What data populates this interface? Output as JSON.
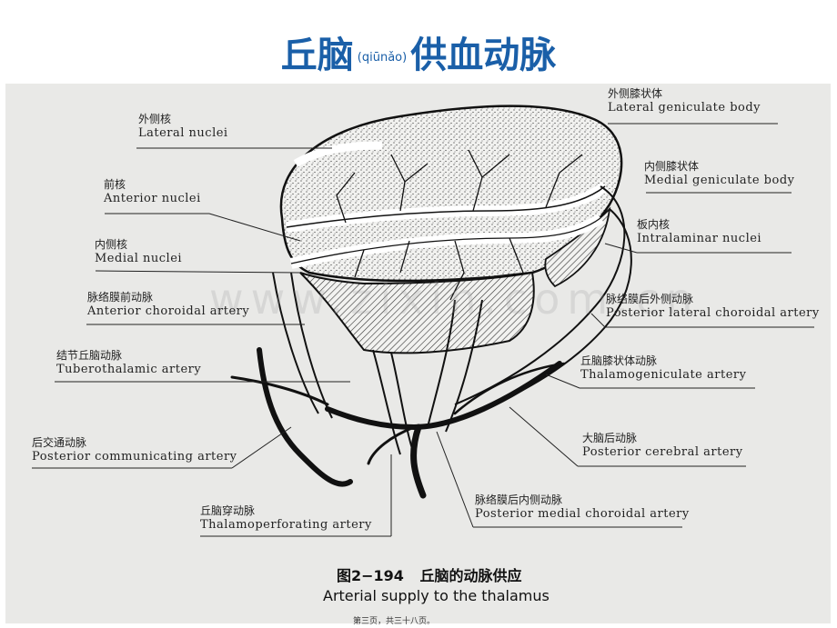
{
  "title": {
    "main_left": "丘脑",
    "pinyin": "(qiūnǎo)",
    "main_right": "供血动脉"
  },
  "watermark": "www.zixin.com.cn",
  "labels": [
    {
      "id": "lateral-nuclei",
      "zh": "外侧核",
      "en": "Lateral nuclei"
    },
    {
      "id": "anterior-nuclei",
      "zh": "前核",
      "en": "Anterior nuclei"
    },
    {
      "id": "medial-nuclei",
      "zh": "内侧核",
      "en": "Medial nuclei"
    },
    {
      "id": "anterior-choroidal-artery",
      "zh": "脉络膜前动脉",
      "en": "Anterior choroidal artery"
    },
    {
      "id": "tuberothalamic-artery",
      "zh": "结节丘脑动脉",
      "en": "Tuberothalamic artery"
    },
    {
      "id": "posterior-communicating-artery",
      "zh": "后交通动脉",
      "en": "Posterior communicating artery"
    },
    {
      "id": "thalamoperforating-artery",
      "zh": "丘脑穿动脉",
      "en": "Thalamoperforating artery"
    },
    {
      "id": "lateral-geniculate-body",
      "zh": "外侧膝状体",
      "en": "Lateral geniculate body"
    },
    {
      "id": "medial-geniculate-body",
      "zh": "内侧膝状体",
      "en": "Medial geniculate body"
    },
    {
      "id": "intralaminar-nuclei",
      "zh": "板内核",
      "en": "Intralaminar nuclei"
    },
    {
      "id": "posterior-lateral-choroidal-artery",
      "zh": "脉络膜后外侧动脉",
      "en": "Posterior lateral choroidal artery"
    },
    {
      "id": "thalamogeniculate-artery",
      "zh": "丘脑膝状体动脉",
      "en": "Thalamogeniculate artery"
    },
    {
      "id": "posterior-cerebral-artery",
      "zh": "大脑后动脉",
      "en": "Posterior cerebral artery"
    },
    {
      "id": "posterior-medial-choroidal-artery",
      "zh": "脉络膜后内侧动脉",
      "en": "Posterior medial choroidal artery"
    }
  ],
  "caption": {
    "zh": "图2−194  丘脑的动脉供应",
    "en": "Arterial supply to the thalamus"
  },
  "page_number": "第三页，共三十八页。",
  "colors": {
    "title": "#1a5fa8",
    "panel": "#e9e9e7",
    "ink": "#111111"
  }
}
